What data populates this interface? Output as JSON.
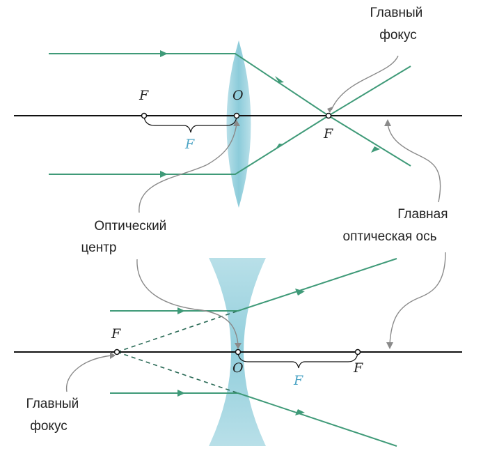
{
  "colors": {
    "ray": "#3f9a78",
    "lens_fill": "#7fc6d6",
    "axis": "#111111",
    "focal_length": "#4aa3c4",
    "leader": "#8a8a8a",
    "text": "#222222"
  },
  "labels": {
    "main_focus_top": [
      "Главный",
      "фокус"
    ],
    "optical_center": [
      "Оптический",
      "центр"
    ],
    "main_optical_axis": [
      "Главная",
      "оптическая ось"
    ],
    "main_focus_bottom": [
      "Главный",
      "фокус"
    ]
  },
  "converging": {
    "focus_left": "F",
    "center": "O",
    "focus_right": "F",
    "focal_length": "F"
  },
  "diverging": {
    "focus_left": "F",
    "center": "O",
    "focus_right": "F",
    "focal_length": "F"
  }
}
